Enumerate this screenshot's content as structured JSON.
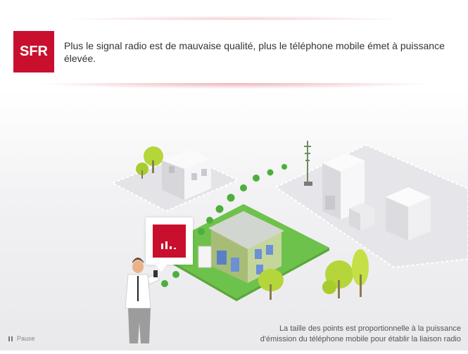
{
  "brand": {
    "logo_text": "SFR",
    "color": "#c8102e"
  },
  "message": "Plus le signal radio est de mauvaise qualité, plus le téléphone mobile émet à puissance élevée.",
  "caption_line1": "La taille des points est proportionnelle à la puissance",
  "caption_line2": "d'émission  du téléphone mobile pour établir la liaison radio",
  "controls": {
    "pause_label": "Pause"
  },
  "icons": [
    "pause-icon",
    "signal-bars-icon"
  ],
  "colors": {
    "accent": "#c8102e",
    "lawn": "#6dc24b",
    "tree": "#b5d63a",
    "signal_dots": "#4caf3c"
  }
}
